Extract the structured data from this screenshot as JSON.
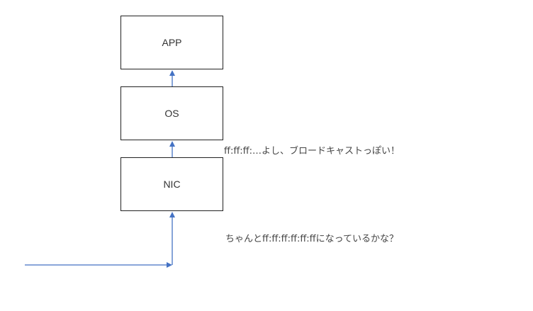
{
  "diagram": {
    "boxes": {
      "app": "APP",
      "os": "OS",
      "nic": "NIC"
    },
    "notes": {
      "broadcast": "ff:ff:ff:…よし、ブロードキャストっぽい！",
      "check": "ちゃんとff:ff:ff:ff:ff:ffになっているかな？"
    }
  },
  "colors": {
    "arrow": "#4472C4",
    "box_border": "#222222"
  }
}
